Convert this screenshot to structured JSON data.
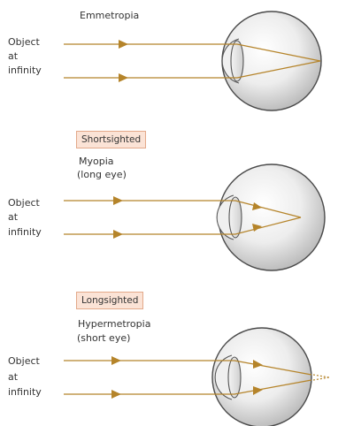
{
  "panels": [
    {
      "key": "emmetropia",
      "title": "Emmetropia",
      "badge": "",
      "subtitle_lines": [],
      "object_label_lines": [
        "Object",
        "at",
        "infinity"
      ],
      "ray_convergence": "on-retina"
    },
    {
      "key": "myopia",
      "title": "",
      "badge": "Shortsighted",
      "subtitle_lines": [
        "Myopia",
        "(long eye)"
      ],
      "object_label_lines": [
        "Object",
        "at",
        "infinity"
      ],
      "ray_convergence": "in-front-of-retina"
    },
    {
      "key": "hypermetropia",
      "title": "",
      "badge": "Longsighted",
      "subtitle_lines": [
        "Hypermetropia",
        "(short eye)"
      ],
      "object_label_lines": [
        "Object",
        "at",
        "infinity"
      ],
      "ray_convergence": "behind-retina"
    }
  ],
  "colors": {
    "ray": "#b5842a",
    "badge_bg": "#fbe3d6",
    "badge_border": "#e3a98a",
    "eye_edge": "#4a4a4a",
    "text": "#333333"
  }
}
